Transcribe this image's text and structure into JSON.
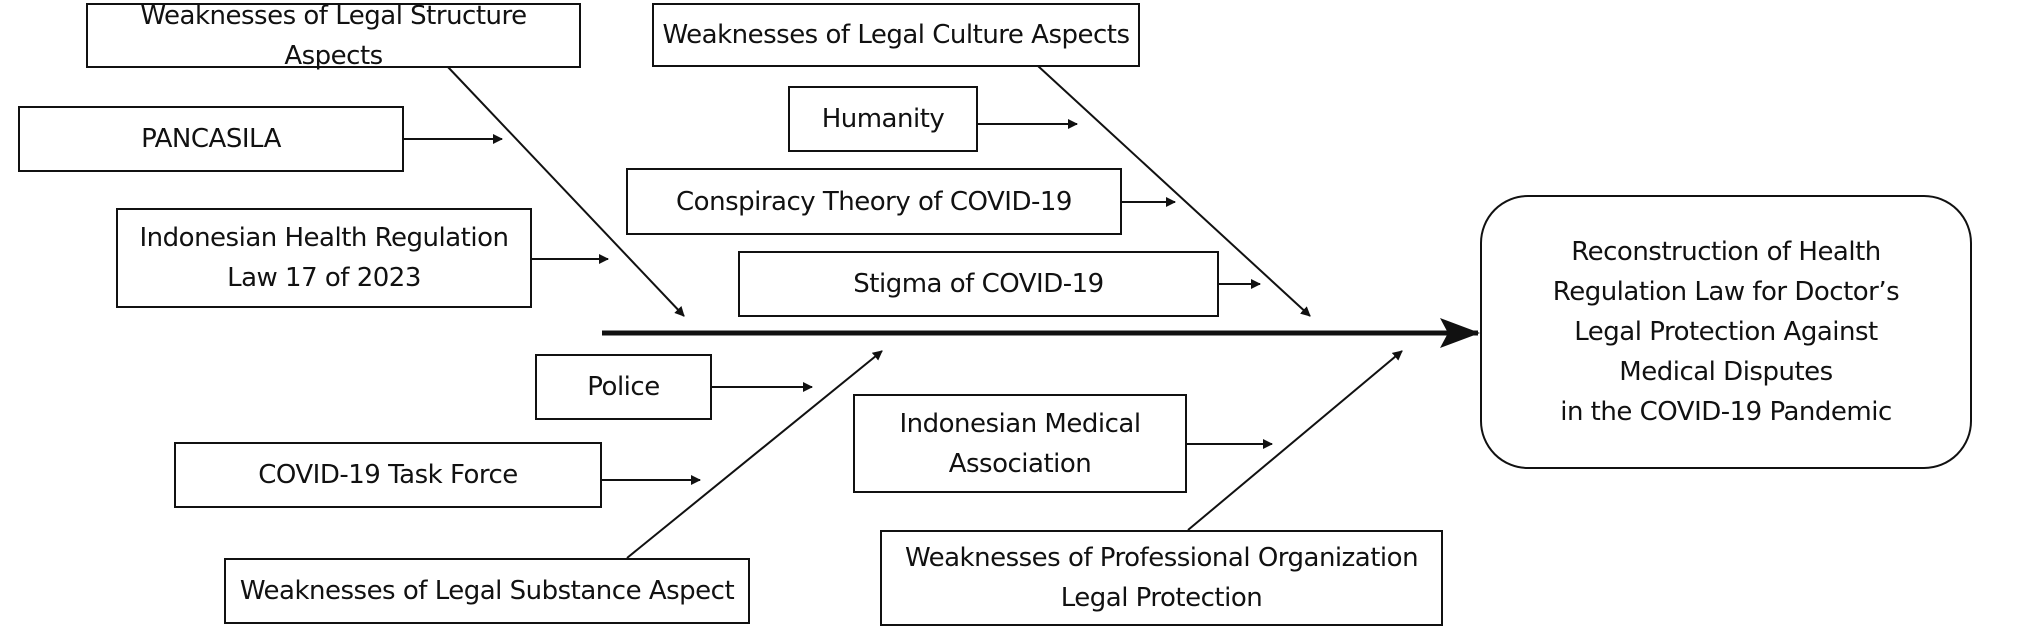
{
  "diagram": {
    "effect": "Reconstruction of Health\nRegulation Law for Doctor’s\nLegal Protection Against\nMedical Disputes\nin the COVID-19 Pandemic",
    "categories": {
      "legal_structure": "Weaknesses of Legal Structure Aspects",
      "legal_culture": "Weaknesses of Legal Culture Aspects",
      "legal_substance": "Weaknesses of Legal Substance Aspect",
      "professional_org": "Weaknesses of Professional Organization\nLegal Protection"
    },
    "causes": {
      "pancasila": "PANCASILA",
      "health_law": "Indonesian Health Regulation\nLaw 17 of 2023",
      "humanity": "Humanity",
      "conspiracy": "Conspiracy Theory of COVID-19",
      "stigma": "Stigma of COVID-19",
      "police": "Police",
      "task_force": "COVID-19 Task Force",
      "ima": "Indonesian Medical\nAssociation"
    }
  }
}
